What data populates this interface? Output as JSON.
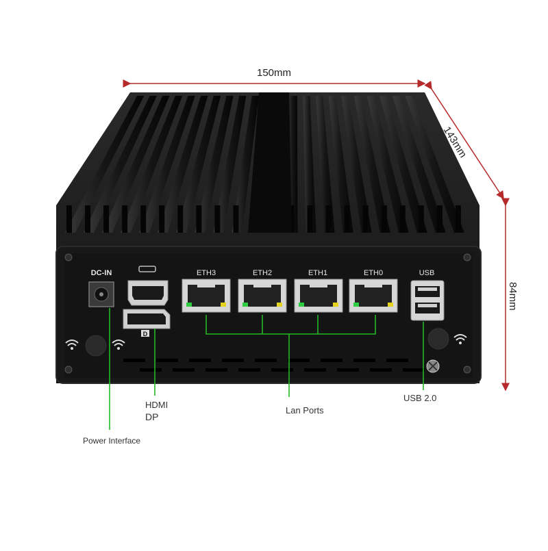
{
  "dimensions": {
    "width": "150mm",
    "depth": "143mm",
    "height": "84mm",
    "arrow_color": "#b52a2a"
  },
  "ports": {
    "dc_in": "DC-IN",
    "eth3": "ETH3",
    "eth2": "ETH2",
    "eth1": "ETH1",
    "eth0": "ETH0",
    "usb": "USB",
    "dp_logo": "D"
  },
  "callouts": {
    "power": "Power Interface",
    "hdmi": "HDMI",
    "dp": "DP",
    "lan": "Lan Ports",
    "usb2": "USB 2.0",
    "line_color": "#25b825"
  },
  "colors": {
    "chassis": "#1c1c1c",
    "panel": "#151515",
    "fin": "#0b0b0b",
    "silver": "#c8c8c8"
  }
}
